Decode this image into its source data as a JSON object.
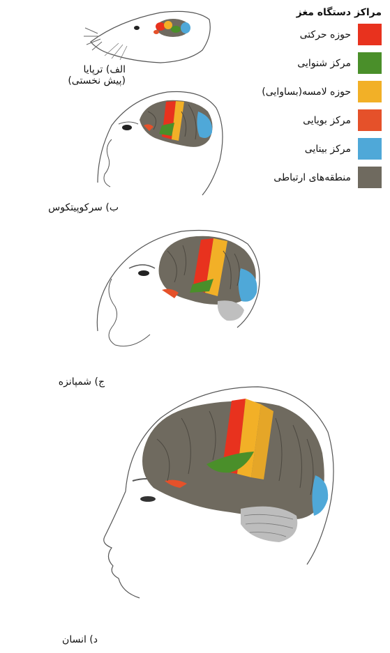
{
  "legend": {
    "title": "مراکز دستگاه مغز",
    "items": [
      {
        "label": "حوزه حرکتی",
        "color": "#e8321e"
      },
      {
        "label": "مرکز شنوایی",
        "color": "#4a8f2a"
      },
      {
        "label": "حوزه لامسه(بساوایی)",
        "color": "#f2b027"
      },
      {
        "label": "مرکز بویایی",
        "color": "#e5512a"
      },
      {
        "label": "مرکز بینایی",
        "color": "#4fa8d8"
      },
      {
        "label": "منطقه‌های ارتباطی",
        "color": "#6f6a5f"
      }
    ]
  },
  "captions": {
    "a_line1": "الف) ترپایا",
    "a_line2": "(پیش نخستی)",
    "b": "ب) سرکوپیتکوس",
    "c": "ج) شمپانزه",
    "d": "د) انسان"
  }
}
